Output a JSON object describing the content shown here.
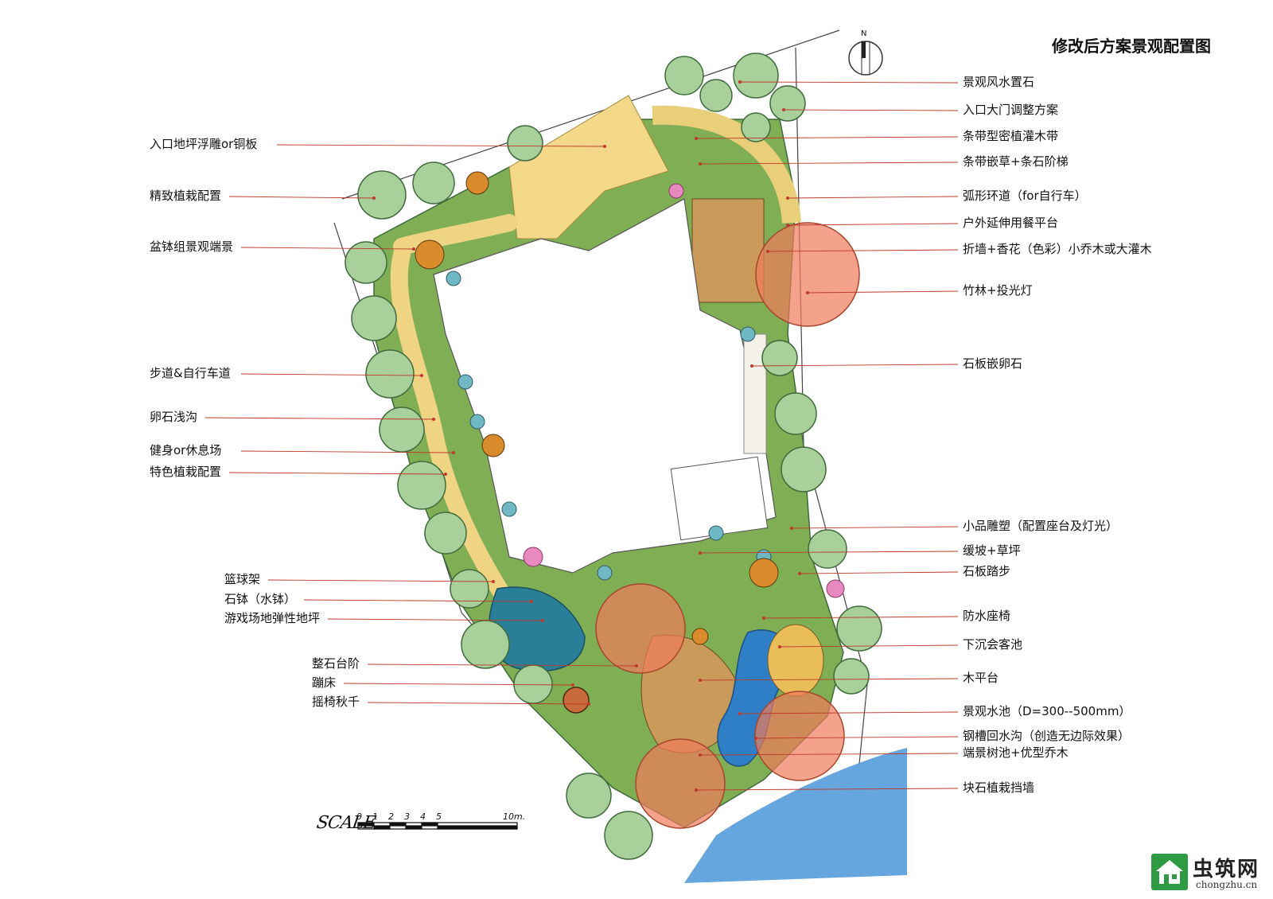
{
  "title": "修改后方案景观配置图",
  "compass_label": "N",
  "labels_left": [
    {
      "id": "entry-relief",
      "text": "入口地坪浮雕or铜板"
    },
    {
      "id": "fine-planting",
      "text": "精致植栽配置"
    },
    {
      "id": "pot-feature",
      "text": "盆钵组景观端景"
    },
    {
      "id": "path-bike",
      "text": "步道&自行车道"
    },
    {
      "id": "pebble-ditch",
      "text": "卵石浅沟"
    },
    {
      "id": "fitness-rest",
      "text": "健身or休息场"
    },
    {
      "id": "feature-planting",
      "text": "特色植栽配置"
    },
    {
      "id": "basketball",
      "text": "篮球架"
    },
    {
      "id": "stone-bowl",
      "text": "石钵（水钵）"
    },
    {
      "id": "playground",
      "text": "游戏场地弹性地坪"
    },
    {
      "id": "stone-steps",
      "text": "整石台阶"
    },
    {
      "id": "trampoline",
      "text": "蹦床"
    },
    {
      "id": "swing",
      "text": "摇椅秋千"
    }
  ],
  "labels_right": [
    {
      "id": "fengshui-stone",
      "text": "景观风水置石"
    },
    {
      "id": "gate-plan",
      "text": "入口大门调整方案"
    },
    {
      "id": "shrub-strip",
      "text": "条带型密植灌木带"
    },
    {
      "id": "grass-steps",
      "text": "条带嵌草+条石阶梯"
    },
    {
      "id": "arc-road",
      "text": "弧形环道（for自行车）"
    },
    {
      "id": "dining-deck",
      "text": "户外延伸用餐平台"
    },
    {
      "id": "fold-wall",
      "text": "折墙+香花（色彩）小乔木或大灌木"
    },
    {
      "id": "bamboo",
      "text": "竹林+投光灯"
    },
    {
      "id": "slate-pebble",
      "text": "石板嵌卵石"
    },
    {
      "id": "sculpture",
      "text": "小品雕塑（配置座台及灯光）"
    },
    {
      "id": "slope-lawn",
      "text": "缓坡+草坪"
    },
    {
      "id": "stepping",
      "text": "石板踏步"
    },
    {
      "id": "bench",
      "text": "防水座椅"
    },
    {
      "id": "sunken-pit",
      "text": "下沉会客池"
    },
    {
      "id": "wood-deck",
      "text": "木平台"
    },
    {
      "id": "pond",
      "text": "景观水池（D=300--500mm）"
    },
    {
      "id": "gutter",
      "text": "钢槽回水沟（创造无边际效果）"
    },
    {
      "id": "tree-pool",
      "text": "端景树池+优型乔木"
    },
    {
      "id": "stone-wall",
      "text": "块石植栽挡墙"
    }
  ],
  "scale": {
    "word": "SCALE",
    "ticks": [
      "0",
      "1",
      "2",
      "3",
      "4",
      "5"
    ],
    "end": "10m."
  },
  "watermark": {
    "text": "虫筑网",
    "sub": "chongzhu.cn"
  },
  "colors": {
    "lawn": "#7fae55",
    "tree": "#a9cf9a",
    "tree_edge": "#3f6b3c",
    "path": "#f1d98a",
    "deck": "#c99a5a",
    "water": "#2f7fc6",
    "highlight": "#f07a5a",
    "leader": "#c0392b"
  }
}
